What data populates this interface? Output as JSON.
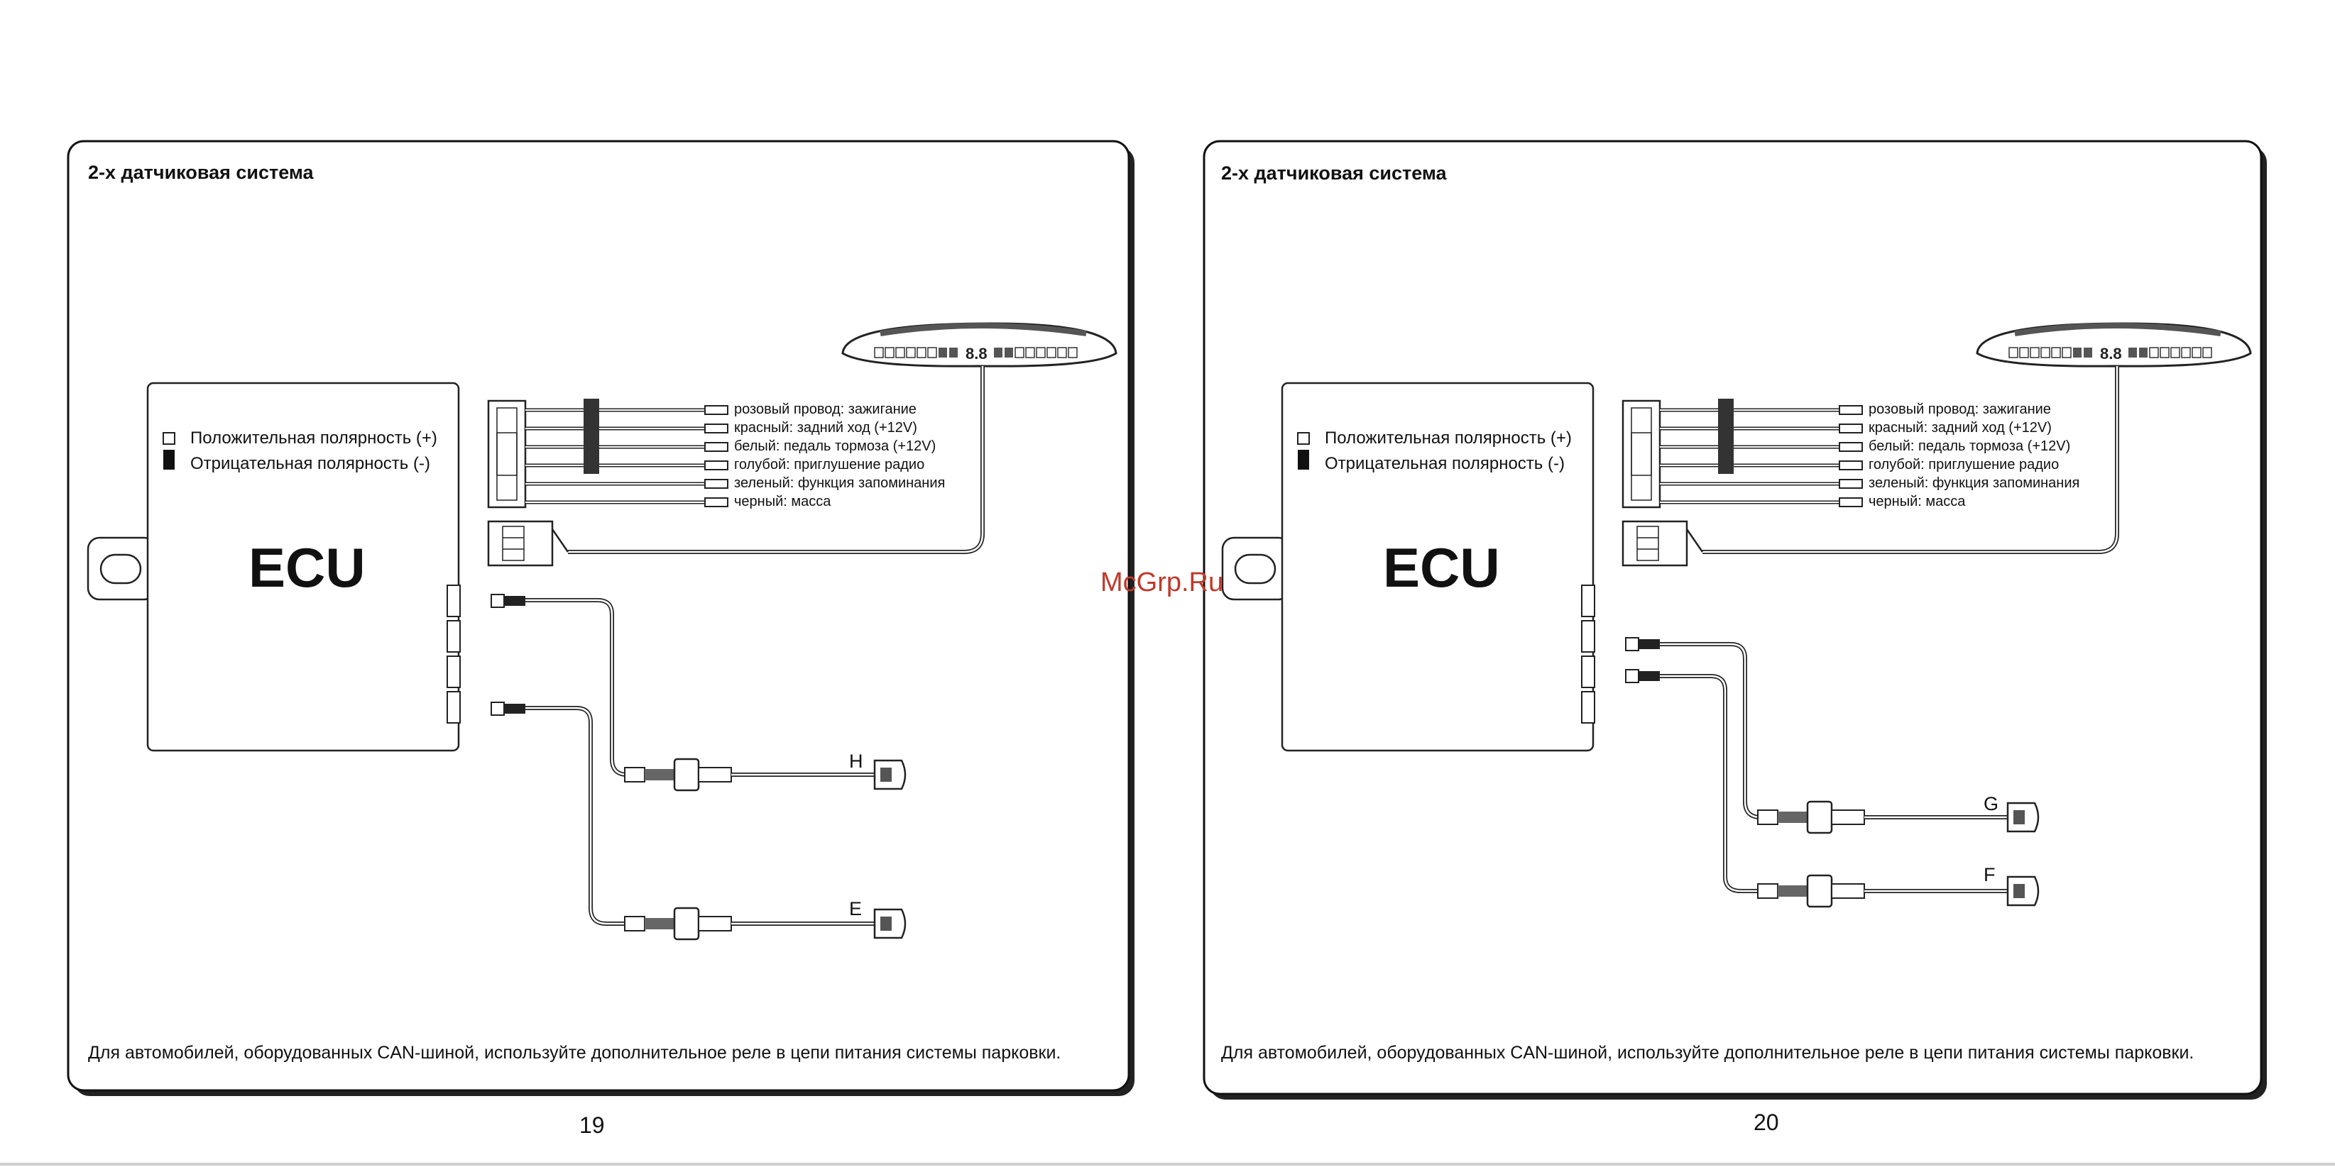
{
  "watermark": "McGrp.Ru",
  "pages": [
    {
      "title": "2-х датчиковая система",
      "legend": {
        "positive": "Положительная полярность (+)",
        "negative": "Отрицательная полярность  (-)"
      },
      "ecu_label": "ECU",
      "wires": [
        "розовый провод: зажигание",
        "красный: задний ход (+12V)",
        "белый: педаль тормоза (+12V)",
        "голубой: приглушение радио",
        "зеленый: функция запоминания",
        "черный: масса"
      ],
      "sensors": [
        "H",
        "E"
      ],
      "note": "Для автомобилей, оборудованных CAN-шиной, используйте дополнительное реле в цепи питания системы парковки.",
      "page_number": "19"
    },
    {
      "title": "2-х датчиковая система",
      "legend": {
        "positive": "Положительная полярность (+)",
        "negative": "Отрицательная полярность  (-)"
      },
      "ecu_label": "ECU",
      "wires": [
        "розовый провод: зажигание",
        "красный: задний ход (+12V)",
        "белый: педаль тормоза (+12V)",
        "голубой: приглушение радио",
        "зеленый: функция запоминания",
        "черный: масса"
      ],
      "sensors": [
        "G",
        "F"
      ],
      "note": "Для автомобилей, оборудованных CAN-шиной, используйте дополнительное реле в цепи питания системы парковки.",
      "page_number": "20"
    }
  ]
}
